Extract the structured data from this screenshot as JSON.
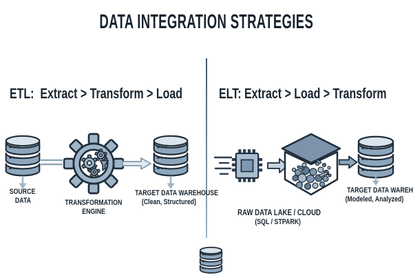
{
  "title": "DATA INTEGRATION STRATEGIES",
  "etl": {
    "heading": "ETL:  Extract > Transform > Load",
    "source_line1": "SOURCE",
    "source_line2": "DATA",
    "engine_line1": "TRANSFORMATION",
    "engine_line2": "ENGINE",
    "target_label": "TARGET DATA WAREHOUSE",
    "target_sublabel": "(Clean, Structured)"
  },
  "elt": {
    "heading": "ELT: Extract > Load > Transform",
    "lake_label": "RAW DATA LAKE / CLOUD",
    "lake_sublabel": "(SQL / STPARK)",
    "target_label": "TARGET DATA WAREHOUSE",
    "target_sublabel": "(Modeled, Analyzed)"
  },
  "colors": {
    "ink": "#1f2d3a",
    "text": "#18232e",
    "steel": "#8da6bc",
    "steel_light": "#d9e4ec",
    "gear_fill": "#9fb4c7",
    "chip_body": "#a9bdd1",
    "chip_core": "#7e99b5",
    "lid": "#7c93a9",
    "arrow_light": "#c6d4e1",
    "arrow_outline_fill": "#e2eaf0",
    "down_arrow": "#9db6c6",
    "divider_top": "#42566a",
    "divider_bottom": "#9cb2c2"
  },
  "icons": {
    "etl_source": "database-icon",
    "etl_engine": "gear-icon",
    "etl_target": "database-icon",
    "elt_ingest": "processor-chip-icon",
    "elt_lake": "cube-data-lake-icon",
    "elt_target": "database-icon",
    "footer": "database-icon"
  }
}
